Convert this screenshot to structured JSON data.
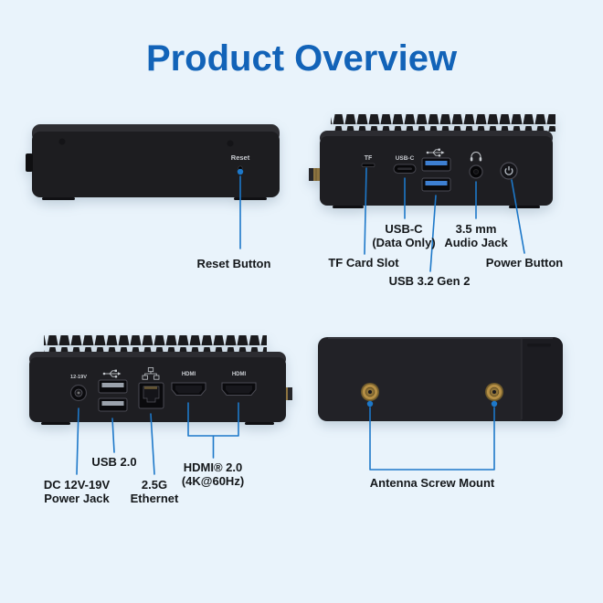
{
  "title": "Product Overview",
  "colors": {
    "background": "#e9f3fb",
    "title": "#1263b8",
    "callout": "#1d78c9",
    "label": "#14171a",
    "device_body": "#1e1e22",
    "usb3_blue": "#3d7fd2",
    "antenna_gold": "#b58f45"
  },
  "front_view": {
    "marking_reset": "Reset",
    "callout_reset": "Reset Button"
  },
  "rear_view": {
    "marking_tf": "TF",
    "marking_usbc": "USB-C",
    "callout_tf": "TF Card Slot",
    "callout_usbc": "USB-C\n(Data Only)",
    "callout_usb32": "USB 3.2 Gen 2",
    "callout_audio": "3.5 mm\nAudio Jack",
    "callout_power": "Power Button"
  },
  "io_view": {
    "marking_dc": "12-19V",
    "marking_hdmi_1": "HDMI",
    "marking_hdmi_2": "HDMI",
    "callout_usb20": "USB 2.0",
    "callout_dc": "DC 12V-19V\nPower Jack",
    "callout_ethernet": "2.5G\nEthernet",
    "callout_hdmi": "HDMI® 2.0\n(4K@60Hz)"
  },
  "bottom_view": {
    "callout_antenna": "Antenna Screw Mount"
  }
}
